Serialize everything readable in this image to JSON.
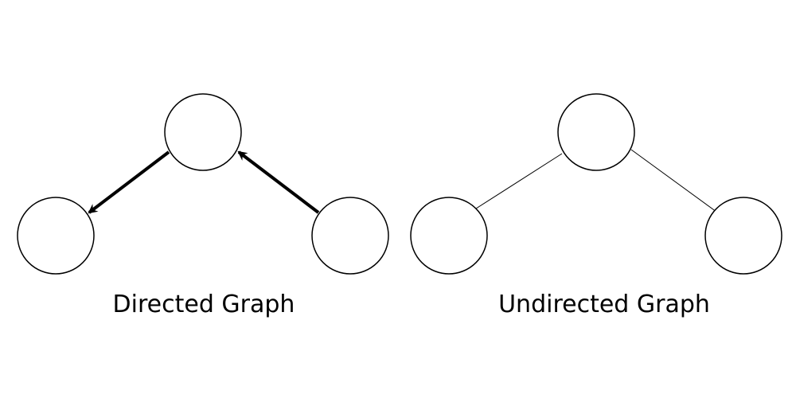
{
  "graphs": [
    {
      "caption": "Directed Graph",
      "kind": "directed",
      "nodes": [
        "top",
        "left",
        "right"
      ],
      "edges": [
        {
          "from": "top",
          "to": "left"
        },
        {
          "from": "right",
          "to": "top"
        }
      ]
    },
    {
      "caption": "Undirected Graph",
      "kind": "undirected",
      "nodes": [
        "top",
        "left",
        "right"
      ],
      "edges": [
        {
          "from": "top",
          "to": "left"
        },
        {
          "from": "top",
          "to": "right"
        }
      ]
    }
  ],
  "colors": {
    "stroke": "#000000",
    "node_fill": "#ffffff",
    "background": "#ffffff"
  }
}
